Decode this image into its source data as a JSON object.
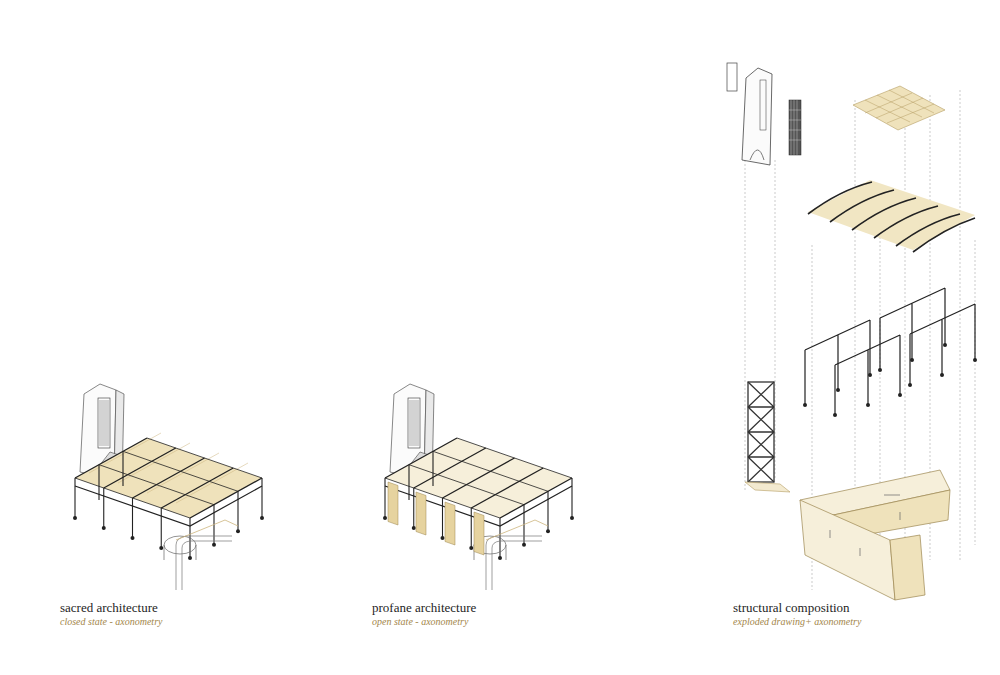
{
  "diagram": {
    "labels": [
      "sacred architecture",
      "closed state - axonometry",
      "profane architecture",
      "open state - axonometry",
      "structural composition",
      "exploded drawing+ axonometry"
    ]
  }
}
